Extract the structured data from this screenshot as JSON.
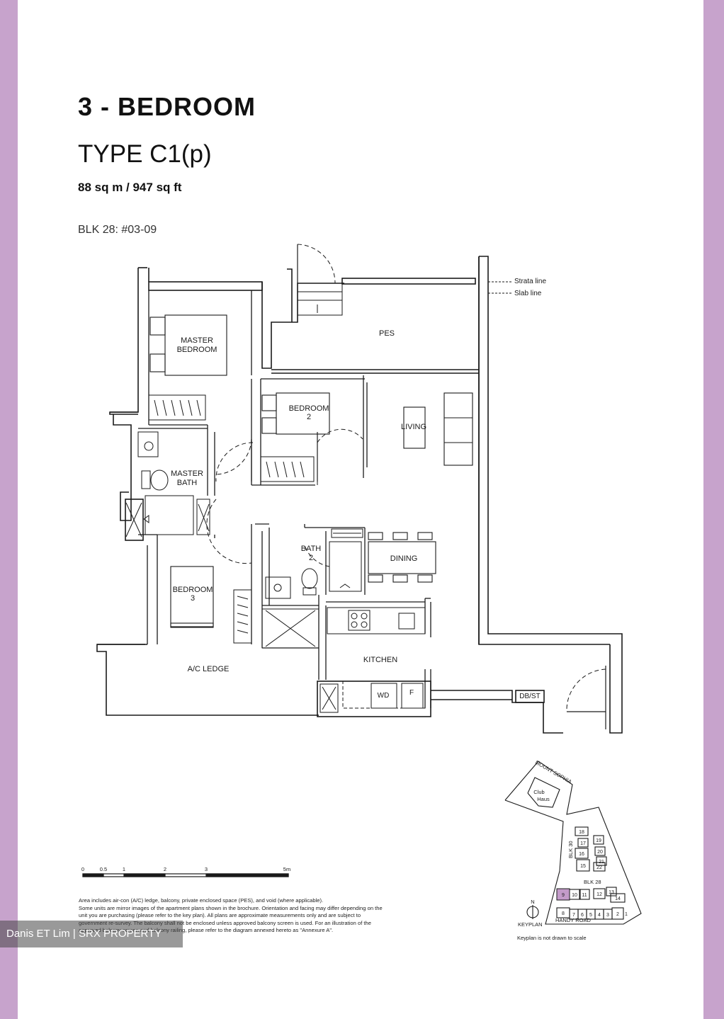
{
  "header": {
    "title": "3 - BEDROOM",
    "type": "TYPE C1(p)",
    "area": "88 sq m / 947 sq ft",
    "unit": "BLK 28: #03-09"
  },
  "plan": {
    "rooms": {
      "master_bedroom": [
        "MASTER",
        "BEDROOM"
      ],
      "master_bath": [
        "MASTER",
        "BATH"
      ],
      "bedroom2": [
        "BEDROOM",
        "2"
      ],
      "bedroom3": [
        "BEDROOM",
        "3"
      ],
      "bath2": [
        "BATH",
        "2"
      ],
      "pes": "PES",
      "living": "LIVING",
      "dining": "DINING",
      "kitchen": "KITCHEN",
      "ac_ledge": "A/C LEDGE",
      "dbst": "DB/ST",
      "wd": "WD",
      "f": "F"
    },
    "lines": {
      "strata": "Strata line",
      "slab": "Slab line"
    }
  },
  "scale": {
    "ticks": [
      "0",
      "0.5",
      "1",
      "2",
      "3",
      "5m"
    ]
  },
  "keyplan": {
    "road_top": "MOUNT SOPHIA",
    "road_bottom": "HANDY ROAD",
    "clubhouse": [
      "Club",
      "Haus"
    ],
    "blk30": "BLK 30",
    "blk28": "BLK 28",
    "north": "N",
    "label": "KEYPLAN",
    "note": "Keyplan is not drawn to scale",
    "blocks": [
      "18",
      "17",
      "19",
      "16",
      "20",
      "21",
      "15",
      "22",
      "10",
      "11",
      "12",
      "13",
      "14",
      "9",
      "8",
      "7",
      "6",
      "5",
      "4",
      "3",
      "2",
      "1"
    ],
    "highlight_color": "#c39bc9"
  },
  "notes": [
    "Area includes air-con (A/C) ledge, balcony, private enclosed space (PES), and void (where applicable).",
    "Some units are mirror images of the apartment plans shown in the brochure. Orientation and facing may differ depending on the unit you are purchasing (please refer to the key plan). All plans are approximate measurements only and are subject to government re-survey. The balcony shall not be enclosed unless approved balcony screen is used. For an illustration of the approved balcony screen and balcony railing, please refer to the diagram annexed hereto as \"Annexure A\"."
  ],
  "watermark": "Danis ET Lim | SRX PROPERTY",
  "colors": {
    "border": "#c7a3cc",
    "highlight": "#c39bc9"
  }
}
